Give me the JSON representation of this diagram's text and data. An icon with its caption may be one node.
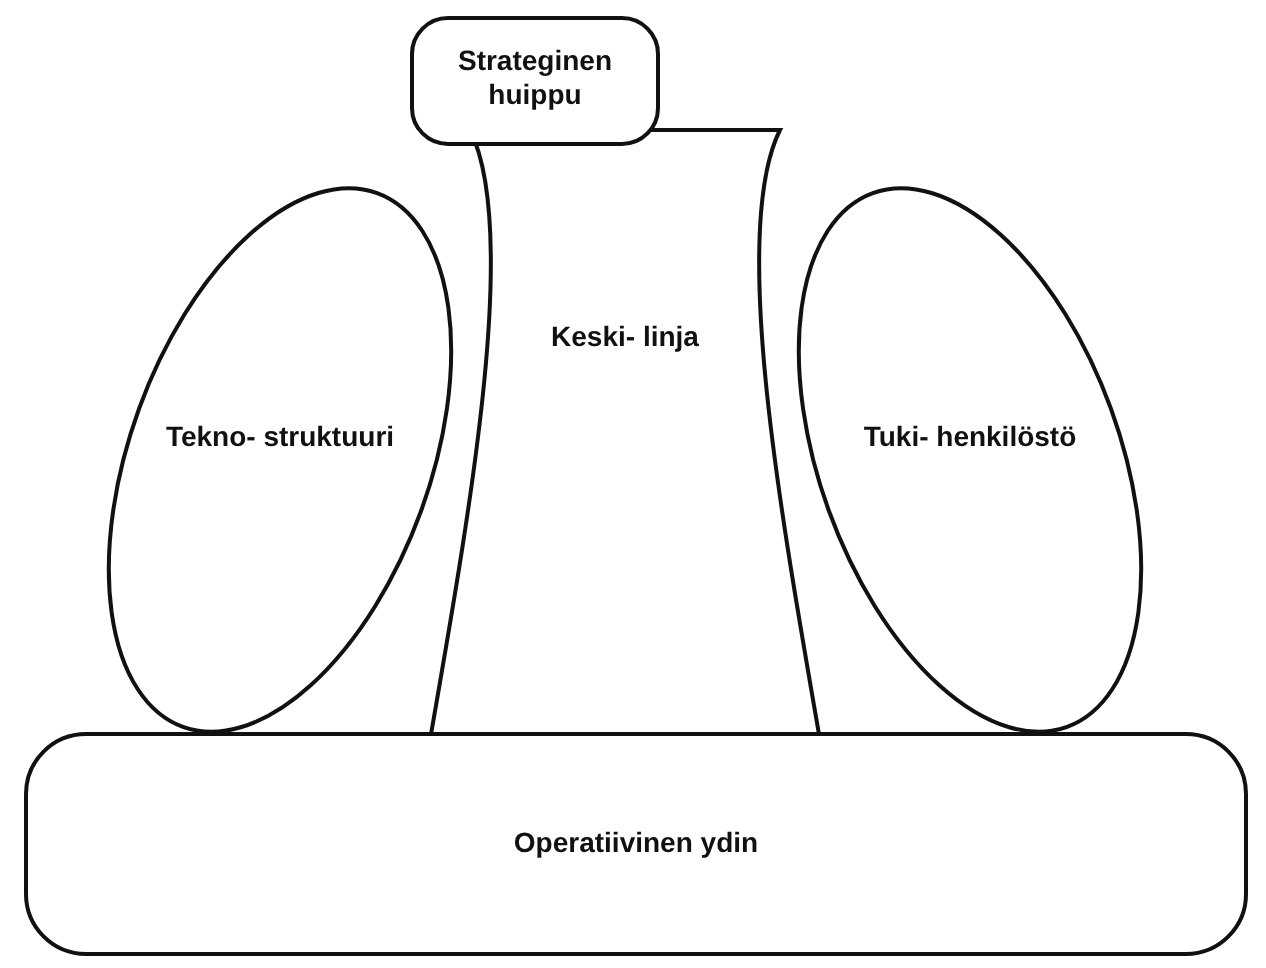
{
  "diagram": {
    "nodes": [
      {
        "text": [
          "Keski- linja"
        ]
      },
      {
        "text": [
          "Tekno- struktuuri"
        ]
      },
      {
        "text": [
          "Tuki- henkilöstö"
        ]
      },
      {
        "text": [
          "Strateginen huippu"
        ]
      },
      {
        "text": [
          "Operatiivinen ydin"
        ]
      }
    ]
  }
}
